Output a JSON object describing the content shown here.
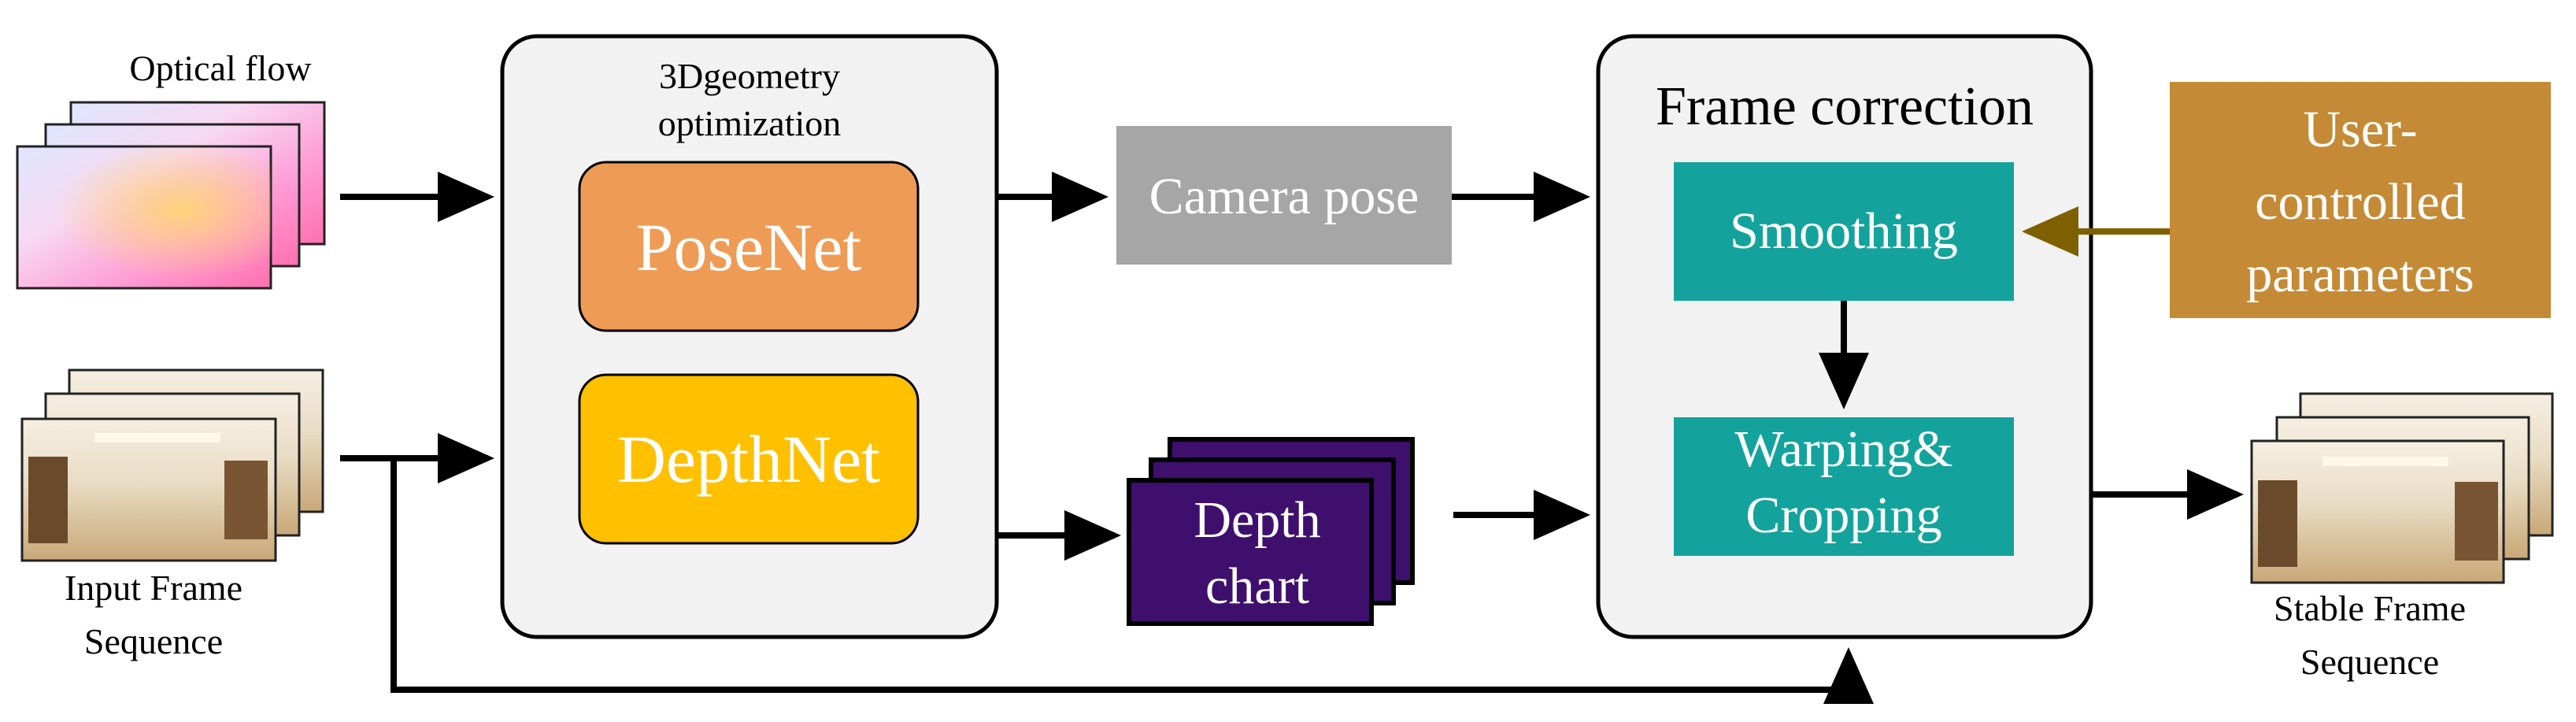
{
  "inputs": {
    "optical_flow_label": "Optical flow",
    "input_frame_label": [
      "Input Frame",
      "Sequence"
    ]
  },
  "geometry_block": {
    "title": [
      "3Dgeometry",
      "optimization"
    ],
    "posenet_label": "PoseNet",
    "depthnet_label": "DepthNet"
  },
  "camera_pose_label": "Camera pose",
  "depth_chart_label": [
    "Depth",
    "chart"
  ],
  "frame_correction": {
    "title": "Frame correction",
    "smoothing_label": "Smoothing",
    "warping_label": [
      "Warping&",
      "Cropping"
    ]
  },
  "user_params_label": [
    "User-",
    "controlled",
    "parameters"
  ],
  "output_label": [
    "Stable Frame",
    "Sequence"
  ],
  "colors": {
    "posenet": "#EE9B55",
    "depthnet": "#FFC000",
    "camera_pose": "#A6A6A6",
    "depth_chart": "#3F0F6E",
    "teal": "#13A39C",
    "user_params": "#C58A35",
    "user_arrow": "#7F6000",
    "block_bg": "#F2F2F2"
  }
}
